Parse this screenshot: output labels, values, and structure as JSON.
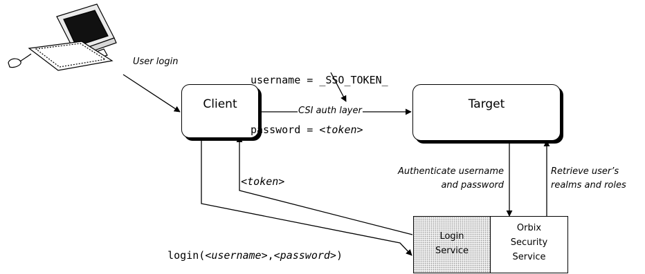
{
  "nodes": {
    "client": "Client",
    "target": "Target",
    "login_service": [
      "Login",
      "Service"
    ],
    "orbix_security_service": [
      "Orbix",
      "Security",
      "Service"
    ]
  },
  "labels": {
    "user_login": "User login",
    "csi_auth_layer": "CSI auth layer",
    "authenticate": [
      "Authenticate username",
      "and password"
    ],
    "retrieve": [
      "Retrieve user’s",
      "realms and roles"
    ]
  },
  "code": {
    "username_line": "username = _SSO_TOKEN_",
    "password_prefix": "password = ",
    "password_value": "<token>",
    "token_label": "<token>",
    "login_call": {
      "prefix": "login(",
      "arg1": "<username>",
      "sep": ",",
      "arg2": "<password>",
      "suffix": ")"
    }
  }
}
